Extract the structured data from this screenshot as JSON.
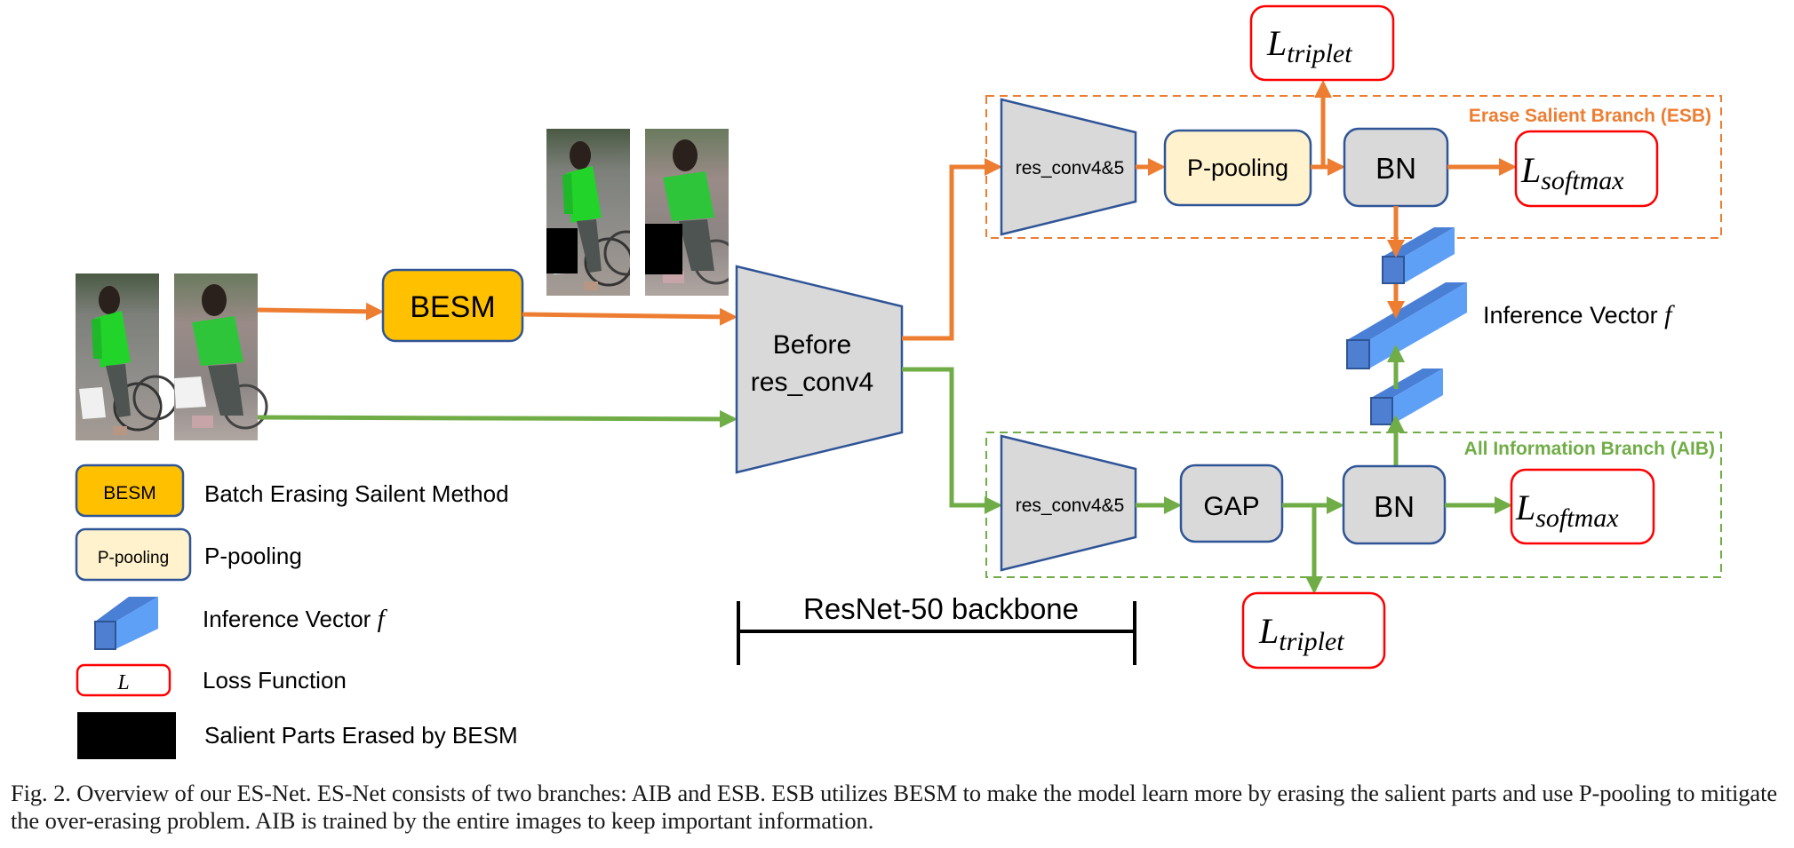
{
  "colors": {
    "orange": "#ED7D31",
    "green": "#70AD47",
    "box_border": "#2F5597",
    "gray_fill": "#D9D9D9",
    "besm_fill": "#FFC000",
    "ppool_fill": "#FFF2CC",
    "loss_border": "#FF0000",
    "cube_front": "#4472C4",
    "cube_side": "#5B9BF5"
  },
  "diagram": {
    "besm_label": "BESM",
    "before_label_line1": "Before",
    "before_label_line2": "res_conv4",
    "backbone_label": "ResNet-50 backbone",
    "esb": {
      "title": "Erase Salient Branch (ESB)",
      "conv_label": "res_conv4&5",
      "pool_label": "P-pooling",
      "bn_label": "BN",
      "triplet": {
        "main": "L",
        "sub": "triplet"
      },
      "softmax": {
        "main": "L",
        "sub": "softmax"
      }
    },
    "aib": {
      "title": "All Information Branch (AIB)",
      "conv_label": "res_conv4&5",
      "pool_label": "GAP",
      "bn_label": "BN",
      "triplet": {
        "main": "L",
        "sub": "triplet"
      },
      "softmax": {
        "main": "L",
        "sub": "softmax"
      }
    },
    "inference_label": "Inference Vector ",
    "inference_symbol": "f"
  },
  "legend": {
    "items": [
      {
        "key": "BESM",
        "label": "Batch Erasing Sailent Method"
      },
      {
        "key": "P-pooling",
        "label": "P-pooling"
      },
      {
        "key": "",
        "label": "Inference Vector ",
        "symbol": "f"
      },
      {
        "key": "L",
        "label": "Loss Function"
      },
      {
        "key": "",
        "label": "Salient Parts Erased by BESM"
      }
    ]
  },
  "caption": {
    "text": "Fig. 2.   Overview of our ES-Net. ES-Net consists of two branches: AIB and ESB. ESB utilizes BESM to make the model learn more by erasing the salient parts and use P-pooling to mitigate the over-erasing problem. AIB is trained by the entire images to keep important information."
  }
}
